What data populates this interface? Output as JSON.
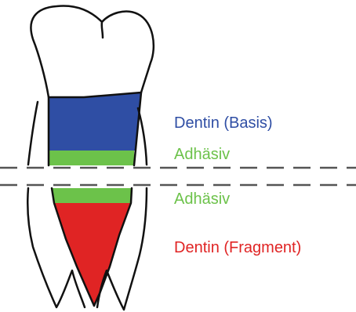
{
  "labels": {
    "dentin_basis": "Dentin (Basis)",
    "adhesive_upper": "Adhäsiv",
    "adhesive_lower": "Adhäsiv",
    "dentin_fragment": "Dentin (Fragment)"
  },
  "colors": {
    "dentin_basis": "#2f4ea4",
    "adhesive": "#6cc24a",
    "dentin_fragment": "#e02424",
    "outline": "#111111",
    "fracture_line": "#555555"
  }
}
